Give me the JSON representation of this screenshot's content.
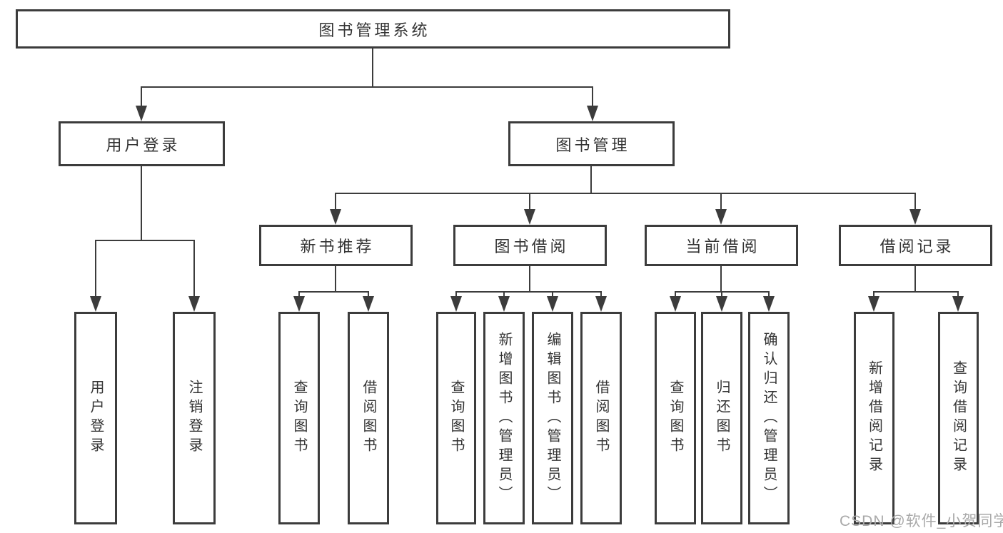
{
  "colors": {
    "line": "#3c3c3c",
    "box_bg": "#ffffff",
    "text": "#333333",
    "watermark": "#a9a9a9",
    "background": "#ffffff"
  },
  "watermark": {
    "text": "CSDN @软件_小贺同学"
  },
  "diagram": {
    "root": {
      "label": "图书管理系统"
    },
    "level2": {
      "user_login": {
        "label": "用户登录"
      },
      "book_management": {
        "label": "图书管理"
      }
    },
    "level3": {
      "new_book_recommend": {
        "label": "新书推荐"
      },
      "book_borrow": {
        "label": "图书借阅"
      },
      "current_borrow": {
        "label": "当前借阅"
      },
      "borrow_records": {
        "label": "借阅记录"
      }
    },
    "leaves": {
      "user_login": {
        "label": "用户登录"
      },
      "logout": {
        "label": "注销登录"
      },
      "query_book_recommend": {
        "label": "查询图书"
      },
      "borrow_book_recommend": {
        "label": "借阅图书"
      },
      "query_book_borrow": {
        "label": "查询图书"
      },
      "add_book_admin": {
        "label": "新增图书（管理员）"
      },
      "edit_book_admin": {
        "label": "编辑图书（管理员）"
      },
      "borrow_book": {
        "label": "借阅图书"
      },
      "query_book_current": {
        "label": "查询图书"
      },
      "return_book": {
        "label": "归还图书"
      },
      "confirm_return_admin": {
        "label": "确认归还（管理员）"
      },
      "add_borrow_record": {
        "label": "新增借阅记录"
      },
      "query_borrow_record": {
        "label": "查询借阅记录"
      }
    }
  }
}
